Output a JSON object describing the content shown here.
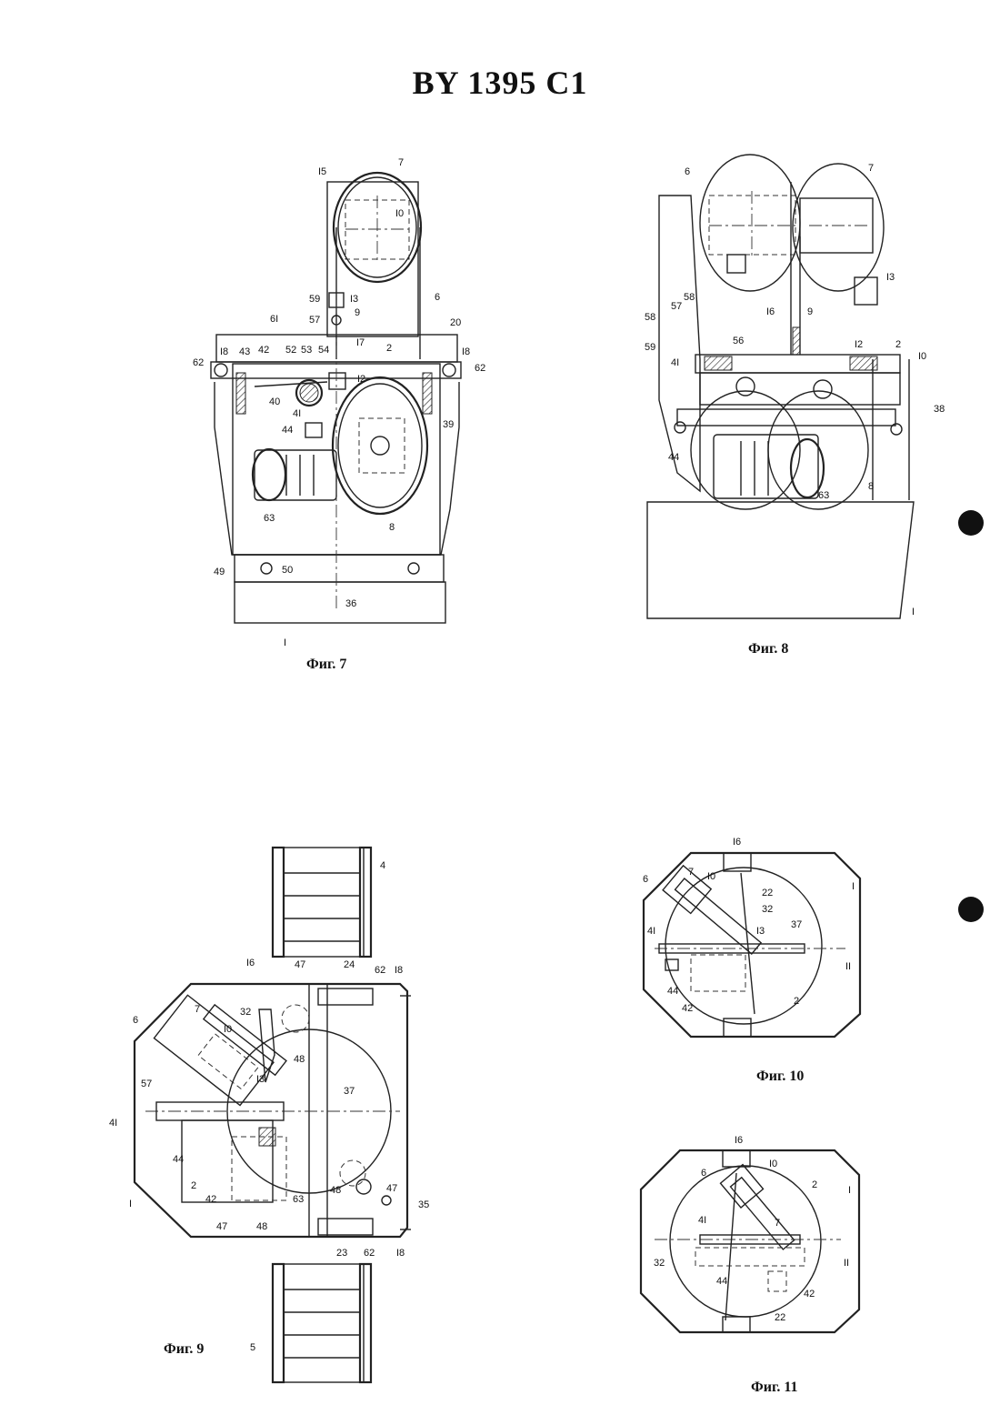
{
  "header": {
    "title": "BY  1395 C1"
  },
  "figures": [
    {
      "id": "fig7",
      "caption": "Фиг. 7",
      "labels": [
        "I5",
        "7",
        "I0",
        "59",
        "I3",
        "6",
        "57",
        "9",
        "20",
        "I8",
        "43",
        "42",
        "52",
        "53",
        "54",
        "I7",
        "2",
        "I8",
        "62",
        "62",
        "6I",
        "I2",
        "40",
        "4I",
        "44",
        "39",
        "63",
        "8",
        "49",
        "50",
        "36",
        "I"
      ]
    },
    {
      "id": "fig8",
      "caption": "Фиг. 8",
      "labels": [
        "6",
        "7",
        "57",
        "58",
        "I3",
        "58",
        "59",
        "I6",
        "9",
        "56",
        "4I",
        "I2",
        "2",
        "I0",
        "38",
        "44",
        "63",
        "8",
        "I"
      ]
    },
    {
      "id": "fig9",
      "caption": "Фиг. 9",
      "labels": [
        "4",
        "I6",
        "47",
        "24",
        "62",
        "I8",
        "6",
        "7",
        "32",
        "I0",
        "48",
        "57",
        "I3",
        "37",
        "4I",
        "44",
        "2",
        "42",
        "63",
        "48",
        "47",
        "35",
        "I",
        "47",
        "48",
        "23",
        "62",
        "I8",
        "5"
      ]
    },
    {
      "id": "fig10",
      "caption": "Фиг. 10",
      "labels": [
        "I6",
        "6",
        "7",
        "I0",
        "22",
        "32",
        "I",
        "4I",
        "I3",
        "37",
        "II",
        "44",
        "42",
        "2"
      ]
    },
    {
      "id": "fig11",
      "caption": "Фиг. 11",
      "labels": [
        "I6",
        "6",
        "I0",
        "2",
        "I",
        "4I",
        "7",
        "II",
        "32",
        "44",
        "42",
        "22"
      ]
    }
  ]
}
